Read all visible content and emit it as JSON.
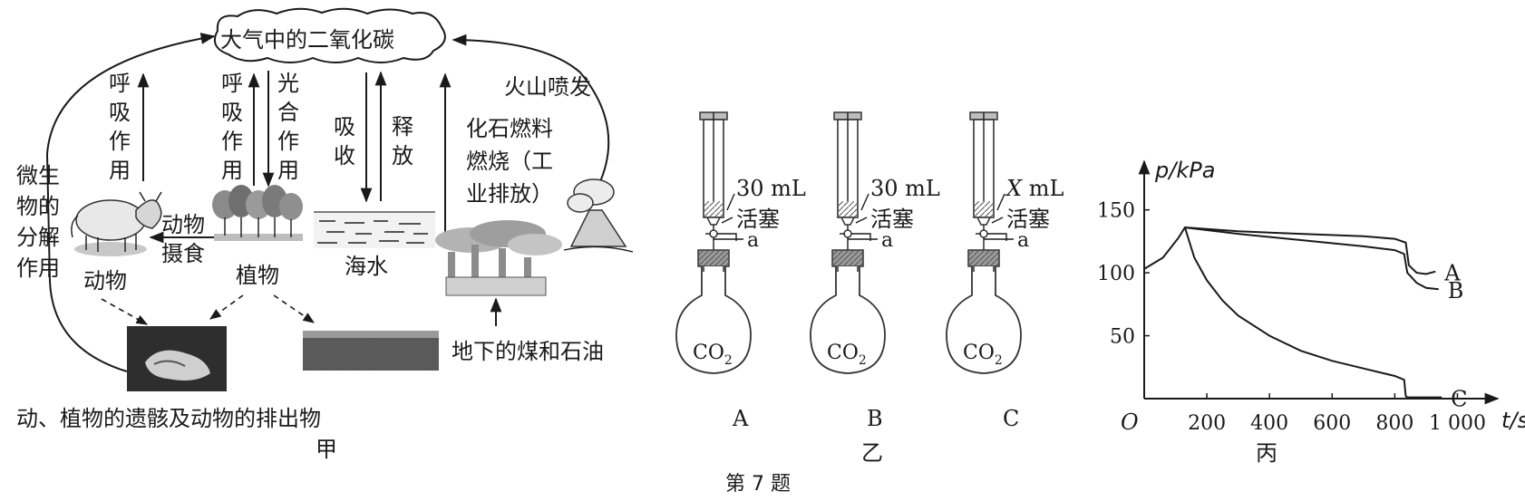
{
  "caption": "第 7 题",
  "panel_jia": {
    "label": "甲",
    "cloud": "大气中的二氧化碳",
    "microbe": [
      "微生",
      "物的",
      "分解",
      "作用"
    ],
    "resp_animal": [
      "呼",
      "吸",
      "作",
      "用"
    ],
    "resp_plant": [
      "呼",
      "吸",
      "作",
      "用"
    ],
    "photosynthesis": [
      "光",
      "合",
      "作",
      "用"
    ],
    "absorb": [
      "吸",
      "收"
    ],
    "release": [
      "释",
      "放"
    ],
    "fossil": [
      "化石燃料",
      "燃烧（工",
      "业排放）"
    ],
    "volcano": "火山喷发",
    "animal": "动物",
    "animal_feed": [
      "动物",
      "摄食"
    ],
    "plant": "植物",
    "seawater": "海水",
    "coal_oil": "地下的煤和石油",
    "remains": "动、植物的遗骸及动物的排出物"
  },
  "panel_yi": {
    "label": "乙",
    "flasks": [
      {
        "name": "A",
        "volume": "30 mL",
        "plunger": "活塞",
        "valve": "a",
        "gas": "CO",
        "gas_sub": "2"
      },
      {
        "name": "B",
        "volume": "30 mL",
        "plunger": "活塞",
        "valve": "a",
        "gas": "CO",
        "gas_sub": "2"
      },
      {
        "name": "C",
        "volume_var": "X",
        "volume_unit": " mL",
        "plunger": "活塞",
        "valve": "a",
        "gas": "CO",
        "gas_sub": "2"
      }
    ]
  },
  "panel_bing": {
    "label": "丙",
    "chart_data": {
      "type": "line",
      "xlabel": "t/s",
      "ylabel": "p/kPa",
      "origin": "O",
      "xlim": [
        0,
        1100
      ],
      "ylim": [
        0,
        180
      ],
      "xticks": [
        200,
        400,
        600,
        800,
        1000
      ],
      "xtick_labels": [
        "200",
        "400",
        "600",
        "800",
        "1 000"
      ],
      "yticks": [
        50,
        100,
        150
      ],
      "ytick_labels": [
        "50",
        "100",
        "150"
      ],
      "series": [
        {
          "name": "A",
          "x": [
            0,
            60,
            110,
            130,
            300,
            500,
            700,
            800,
            835,
            845,
            870,
            900,
            930
          ],
          "y": [
            103,
            112,
            128,
            136,
            133,
            131,
            129,
            127,
            124,
            106,
            100,
            99,
            101
          ]
        },
        {
          "name": "B",
          "x": [
            130,
            300,
            500,
            700,
            800,
            830,
            840,
            870,
            900,
            940
          ],
          "y": [
            136,
            131,
            126,
            121,
            118,
            115,
            100,
            92,
            88,
            87
          ]
        },
        {
          "name": "C",
          "x": [
            130,
            160,
            200,
            250,
            300,
            400,
            500,
            600,
            700,
            800,
            830,
            835,
            840,
            900,
            950
          ],
          "y": [
            136,
            112,
            94,
            78,
            66,
            50,
            38,
            30,
            24,
            18,
            15,
            2,
            1,
            1,
            1
          ]
        }
      ]
    }
  }
}
